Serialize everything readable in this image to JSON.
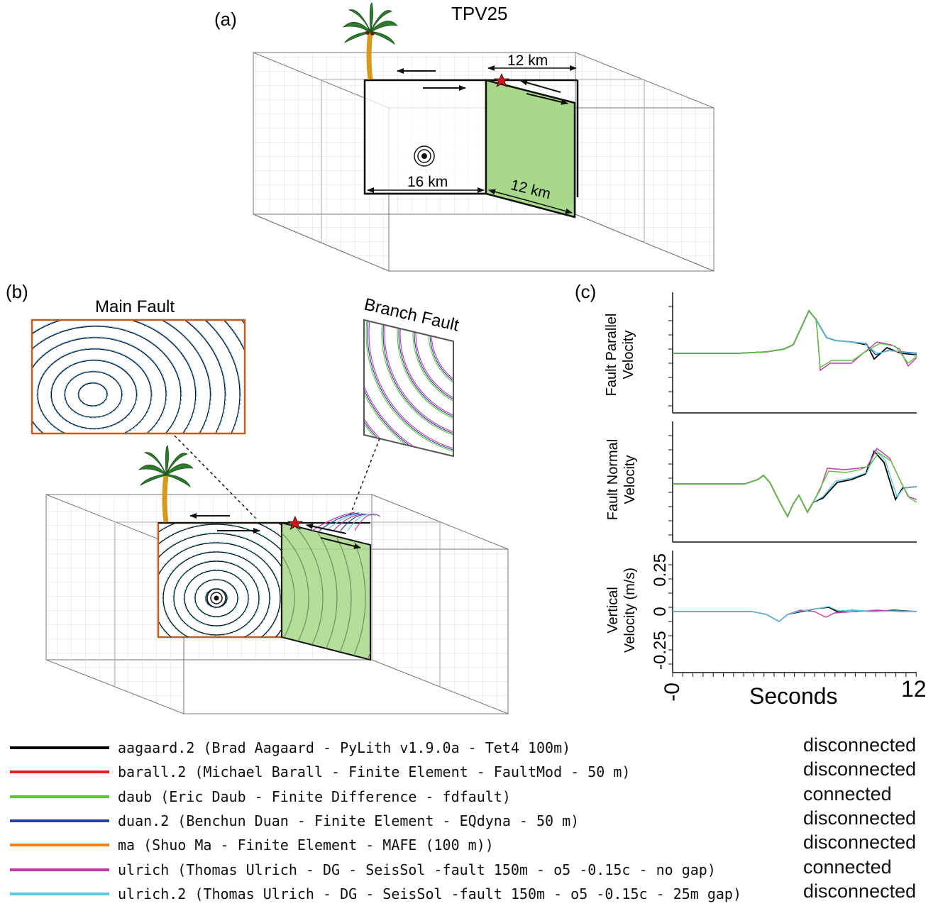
{
  "panel_a": {
    "label": "(a)",
    "title": "TPV25",
    "dim_top": "12 km",
    "dim_main": "16 km",
    "dim_branch": "12 km"
  },
  "panel_b": {
    "label": "(b)",
    "main_fault_title": "Main Fault",
    "branch_fault_title": "Branch Fault"
  },
  "panel_c": {
    "label": "(c)",
    "ylabel_top": [
      "Fault Parallel",
      "Velocity"
    ],
    "ylabel_mid": [
      "Fault Normal",
      "Velocity"
    ],
    "ylabel_bot": [
      "Vertical",
      "Velocity (m/s)"
    ],
    "yticks_bot": [
      "0.25",
      "0",
      "-0.25"
    ],
    "xtick_left": "-0",
    "xtick_right": "12",
    "xlabel": "Seconds"
  },
  "colors": {
    "aagaard": "#000000",
    "barall": "#e02020",
    "daub": "#5cc43a",
    "duan": "#2a3f9e",
    "ma": "#f07f22",
    "ulrich": "#c23aa8",
    "ulrich2": "#5bc8dc",
    "branch_fill": "#a8d88a",
    "star": "#d01818"
  },
  "legend": [
    {
      "color": "#000000",
      "label": "aagaard.2 (Brad Aagaard - PyLith v1.9.0a - Tet4 100m)",
      "status": "disconnected"
    },
    {
      "color": "#e02020",
      "label": "barall.2 (Michael Barall - Finite Element - FaultMod - 50 m)",
      "status": "disconnected"
    },
    {
      "color": "#5cc43a",
      "label": "daub (Eric Daub - Finite Difference - fdfault)",
      "status": "connected"
    },
    {
      "color": "#2a3f9e",
      "label": "duan.2 (Benchun Duan - Finite Element - EQdyna - 50 m)",
      "status": "disconnected"
    },
    {
      "color": "#f07f22",
      "label": "ma (Shuo Ma - Finite Element - MAFE (100 m))",
      "status": "disconnected"
    },
    {
      "color": "#c23aa8",
      "label": "ulrich (Thomas Ulrich - DG - SeisSol -fault 150m - o5 -0.15c - no gap)",
      "status": "connected"
    },
    {
      "color": "#5bc8dc",
      "label": "ulrich.2 (Thomas Ulrich - DG - SeisSol -fault 150m - o5 -0.15c - 25m gap)",
      "status": "disconnected"
    }
  ]
}
